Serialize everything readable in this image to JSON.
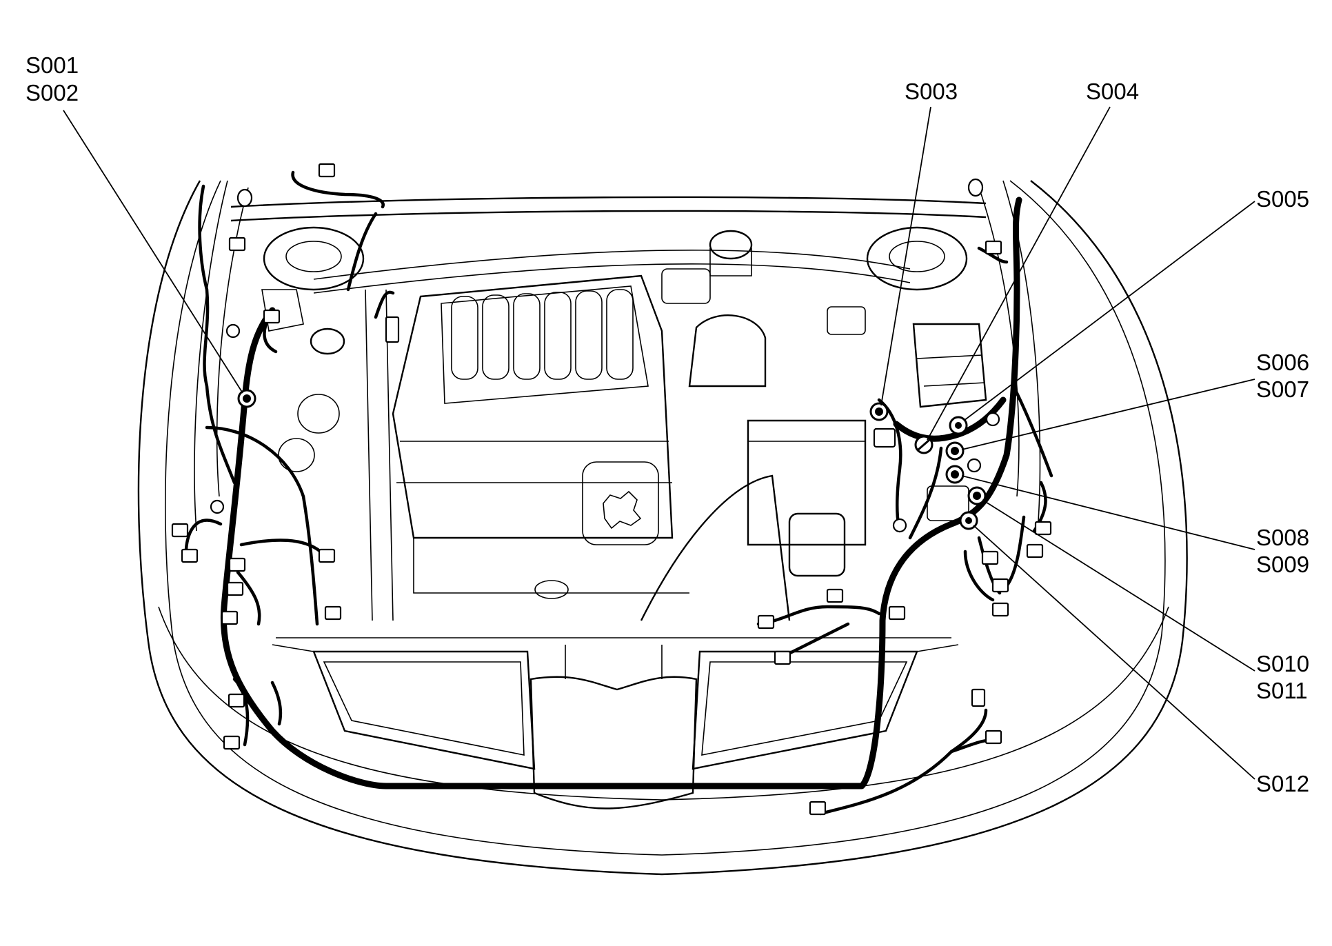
{
  "labels": {
    "s001": "S001",
    "s002": "S002",
    "s003": "S003",
    "s004": "S004",
    "s005": "S005",
    "s006": "S006",
    "s007": "S007",
    "s008": "S008",
    "s009": "S009",
    "s010": "S010",
    "s011": "S011",
    "s012": "S012"
  }
}
